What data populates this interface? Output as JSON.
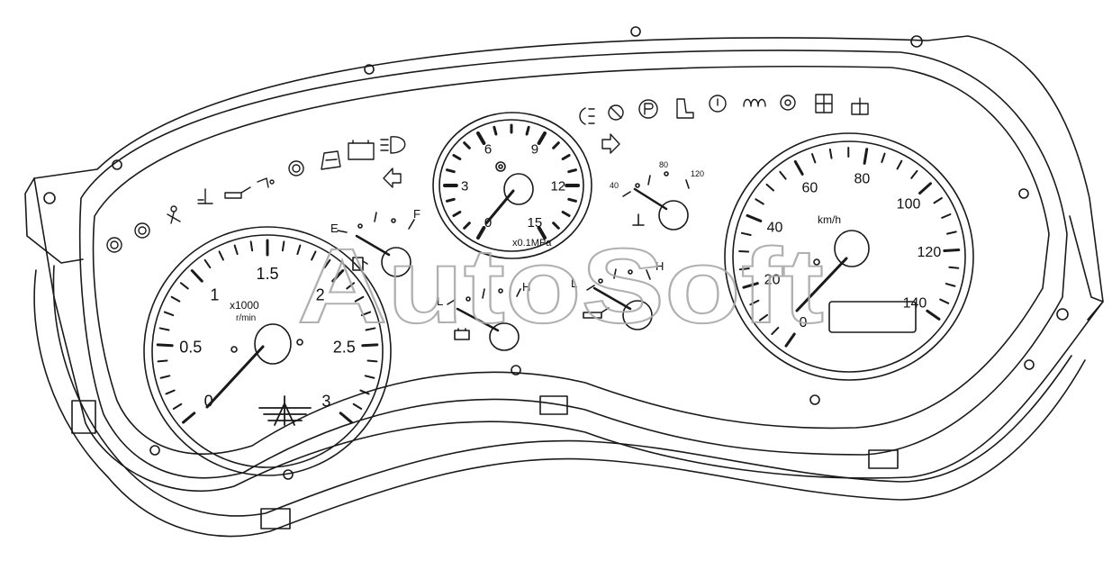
{
  "watermark": "AutoSoft",
  "tachometer": {
    "labels": [
      "0",
      "0.5",
      "1",
      "1.5",
      "2",
      "2.5",
      "3"
    ],
    "unit_top": "x1000",
    "unit_bottom": "r/min"
  },
  "pressure_gauge": {
    "labels": [
      "0",
      "3",
      "6",
      "9",
      "12",
      "15"
    ],
    "unit": "x0.1MPa"
  },
  "fuel_gauge": {
    "empty": "E",
    "full": "F"
  },
  "voltage_gauge": {
    "low": "L",
    "high": "H"
  },
  "oil_pressure_gauge": {
    "low": "L",
    "high": "H"
  },
  "water_temp_gauge": {
    "labels": [
      "40",
      "80",
      "120"
    ]
  },
  "speedometer": {
    "labels": [
      "0",
      "20",
      "40",
      "60",
      "80",
      "100",
      "120",
      "140"
    ],
    "unit": "km/h"
  },
  "left_warning_icons": [
    "abs-icon",
    "brake-icon",
    "seatbelt-icon",
    "coolant-temp-icon",
    "oil-can-icon",
    "parking-brake-icon",
    "brake-wear-icon",
    "door-open-icon",
    "battery-icon",
    "headlight-icon",
    "turn-left-icon"
  ],
  "right_warning_icons": [
    "rear-fog-icon",
    "exhaust-brake-icon",
    "parking-p-icon",
    "seat-icon",
    "brake-fault-icon",
    "glow-plug-icon",
    "steering-icon",
    "axle-lock-icon",
    "diff-lock-icon",
    "turn-right-icon"
  ],
  "colors": {
    "line": "#1a1a1a",
    "background": "#ffffff",
    "watermark": "#b0b0b0"
  }
}
